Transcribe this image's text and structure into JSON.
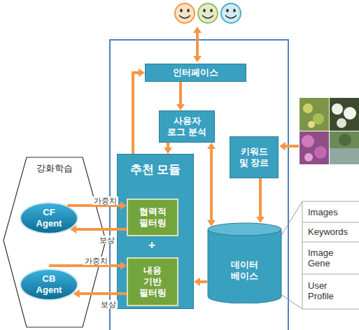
{
  "diagram": {
    "nodes": [
      {
        "text": [
          "인터페이스"
        ]
      },
      {
        "text": [
          "사용자 로그 분석"
        ]
      },
      {
        "text": [
          "키워드 및 장르"
        ]
      },
      {
        "text": [
          "강화학습"
        ]
      },
      {
        "text": [
          "CF Agent"
        ],
        "in": 3
      },
      {
        "text": [
          "CB Agent"
        ],
        "in": 3
      },
      {
        "text": [
          "추천 모듈"
        ]
      },
      {
        "text": [
          "협력적 필터링"
        ],
        "in": 6
      },
      {
        "text": [
          "내용 기반 필터링"
        ],
        "in": 6
      },
      {
        "text": [
          "데이터 베이스"
        ]
      }
    ],
    "edges": [
      {
        "from": 0,
        "to": 1,
        "arrow": "to"
      },
      {
        "from": 1,
        "to": 6,
        "arrow": "to"
      },
      {
        "from": 6,
        "to": 0,
        "arrow": "to"
      },
      {
        "from": 1,
        "to": 9,
        "arrow": "both"
      },
      {
        "from": 2,
        "to": 9,
        "arrow": "to"
      },
      {
        "from": 9,
        "to": 6,
        "arrow": "to"
      },
      {
        "from": 4,
        "to": 7,
        "label": "가중치",
        "arrow": "to"
      },
      {
        "from": 7,
        "to": 4,
        "label": "보상",
        "arrow": "to"
      },
      {
        "from": 5,
        "to": 8,
        "label": "가중치",
        "arrow": "to"
      },
      {
        "from": 8,
        "to": 5,
        "label": "보상",
        "arrow": "to"
      }
    ],
    "labels": [
      "+",
      "Images",
      "Keywords",
      "Image Gene",
      "User Profile"
    ]
  }
}
